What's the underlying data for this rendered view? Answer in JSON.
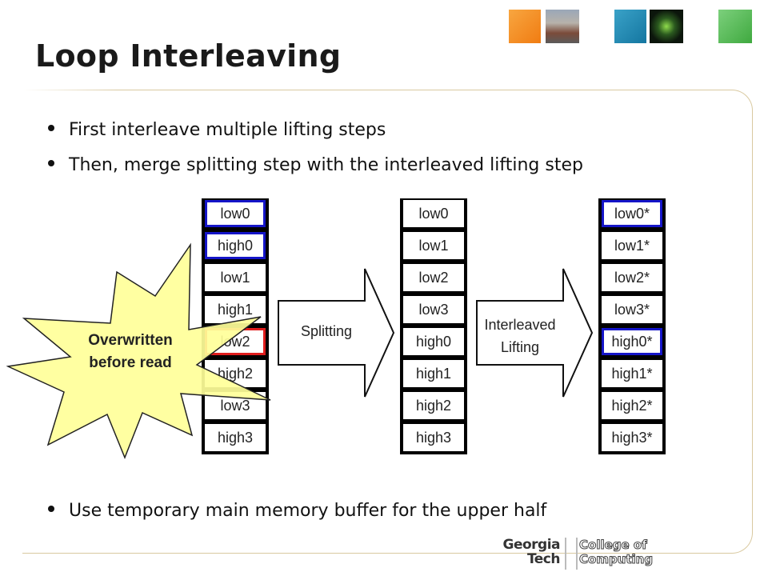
{
  "slide": {
    "title": "Loop Interleaving",
    "bullets": [
      "First interleave multiple lifting steps",
      "Then, merge splitting step with the interleaved lifting step",
      "Use temporary main memory buffer for the upper half"
    ]
  },
  "columns": {
    "left": [
      "low0",
      "high0",
      "low1",
      "high1",
      "low2",
      "high2",
      "low3",
      "high3"
    ],
    "middle": [
      "low0",
      "low1",
      "low2",
      "low3",
      "high0",
      "high1",
      "high2",
      "high3"
    ],
    "right": [
      "low0*",
      "low1*",
      "low2*",
      "low3*",
      "high0*",
      "high1*",
      "high2*",
      "high3*"
    ]
  },
  "arrows": {
    "splitting": "Splitting",
    "interleaved_line1": "Interleaved",
    "interleaved_line2": "Lifting"
  },
  "callout": {
    "line1": "Overwritten",
    "line2": "before read"
  },
  "logo": {
    "line1": "Georgia",
    "line2": "Tech",
    "line3": "College of",
    "line4": "Computing"
  },
  "colors": {
    "highlight_blue": "#1515c8",
    "highlight_red": "#e01d1d",
    "callout_fill": "#ffff99"
  }
}
